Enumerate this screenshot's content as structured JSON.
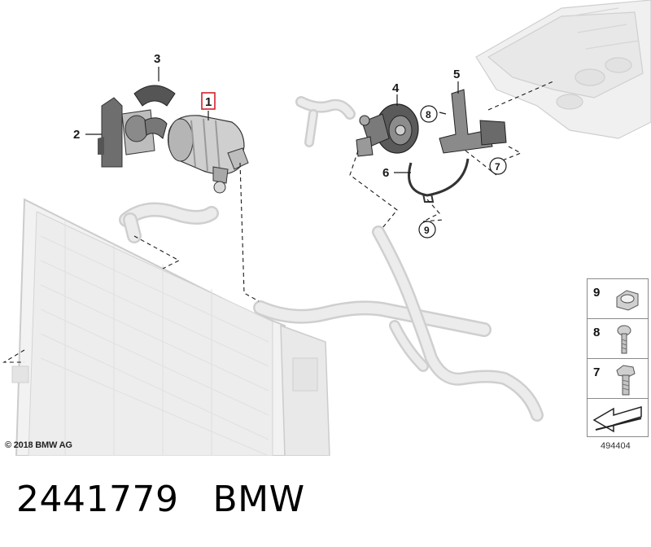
{
  "figure": {
    "callouts": {
      "c1": "1",
      "c2": "2",
      "c3": "3",
      "c4": "4",
      "c5": "5",
      "c6": "6",
      "c7": "7",
      "c8": "8",
      "c9": "9"
    },
    "copyright": "© 2018 BMW AG",
    "diagram_number": "494404",
    "colors": {
      "highlight": "#d4202a",
      "line": "#1a1a1a",
      "part_grey": "#dcdcdc",
      "part_dark": "#6e6e6e"
    }
  },
  "legend": {
    "items": [
      {
        "num": "9",
        "icon": "nut-icon"
      },
      {
        "num": "8",
        "icon": "bolt-icon"
      },
      {
        "num": "7",
        "icon": "hex-bolt-icon"
      },
      {
        "num": "",
        "icon": "arrow-direction-icon"
      }
    ]
  },
  "caption": {
    "part_number": "2441779",
    "brand": "BMW"
  }
}
